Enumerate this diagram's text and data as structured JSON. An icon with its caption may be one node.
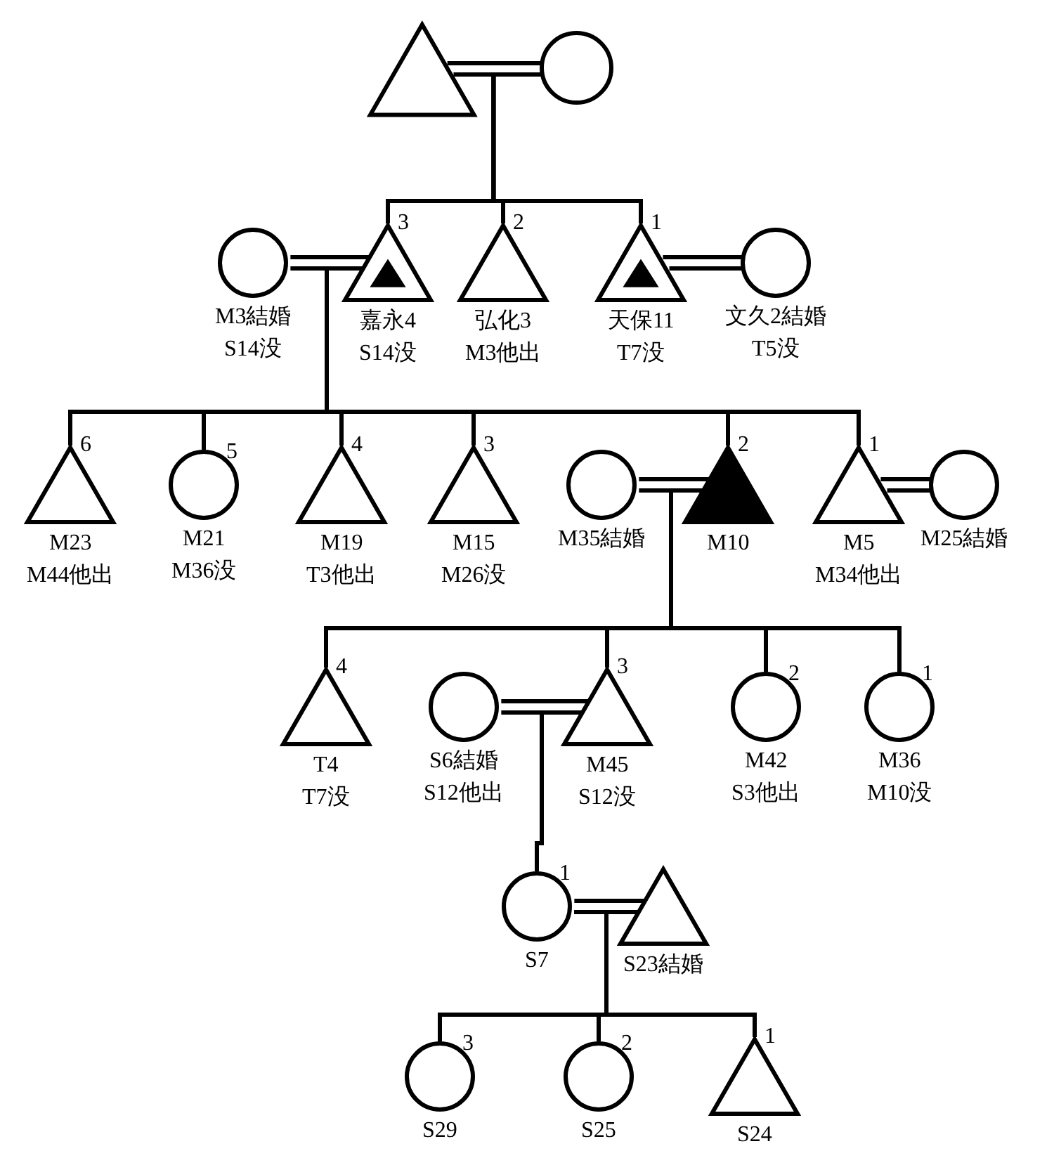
{
  "diagram": {
    "nodes": [
      {
        "text": [],
        "shape": "triangle"
      },
      {
        "text": [],
        "shape": "circle"
      },
      {
        "text": [],
        "shape": "circle",
        "beside": [
          "M3結婚",
          "S14没"
        ]
      },
      {
        "text": [],
        "shape": "marked-triangle",
        "beside": [
          "3",
          "嘉永4",
          "S14没"
        ]
      },
      {
        "text": [],
        "shape": "triangle",
        "beside": [
          "2",
          "弘化3",
          "M3他出"
        ]
      },
      {
        "text": [],
        "shape": "marked-triangle",
        "beside": [
          "1",
          "天保11",
          "T7没"
        ]
      },
      {
        "text": [],
        "shape": "circle",
        "beside": [
          "文久2結婚",
          "T5没"
        ]
      },
      {
        "text": [],
        "shape": "triangle",
        "beside": [
          "6",
          "M23",
          "M44他出"
        ]
      },
      {
        "text": [],
        "shape": "circle",
        "beside": [
          "5",
          "M21",
          "M36没"
        ]
      },
      {
        "text": [],
        "shape": "triangle",
        "beside": [
          "4",
          "M19",
          "T3他出"
        ]
      },
      {
        "text": [],
        "shape": "triangle",
        "beside": [
          "3",
          "M15",
          "M26没"
        ]
      },
      {
        "text": [],
        "shape": "circle",
        "beside": [
          "M35結婚"
        ]
      },
      {
        "text": [],
        "shape": "filled-triangle",
        "beside": [
          "2",
          "M10"
        ]
      },
      {
        "text": [],
        "shape": "triangle",
        "beside": [
          "1",
          "M5",
          "M34他出"
        ]
      },
      {
        "text": [],
        "shape": "circle",
        "beside": [
          "M25結婚"
        ]
      },
      {
        "text": [],
        "shape": "triangle",
        "beside": [
          "4",
          "T4",
          "T7没"
        ]
      },
      {
        "text": [],
        "shape": "circle",
        "beside": [
          "S6結婚",
          "S12他出"
        ]
      },
      {
        "text": [],
        "shape": "triangle",
        "beside": [
          "3",
          "M45",
          "S12没"
        ]
      },
      {
        "text": [],
        "shape": "circle",
        "beside": [
          "2",
          "M42",
          "S3他出"
        ]
      },
      {
        "text": [],
        "shape": "circle",
        "beside": [
          "1",
          "M36",
          "M10没"
        ]
      },
      {
        "text": [],
        "shape": "circle",
        "beside": [
          "1",
          "S7"
        ]
      },
      {
        "text": [],
        "shape": "triangle",
        "beside": [
          "S23結婚"
        ]
      },
      {
        "text": [],
        "shape": "circle",
        "beside": [
          "3",
          "S29"
        ]
      },
      {
        "text": [],
        "shape": "circle",
        "beside": [
          "2",
          "S25"
        ]
      },
      {
        "text": [],
        "shape": "triangle",
        "beside": [
          "1",
          "S24"
        ]
      }
    ],
    "edges": [
      {
        "from": 0,
        "to": 1,
        "arrow": "none"
      },
      {
        "from": 0,
        "to": 3,
        "arrow": "none"
      },
      {
        "from": 0,
        "to": 4,
        "arrow": "none"
      },
      {
        "from": 0,
        "to": 5,
        "arrow": "none"
      },
      {
        "from": 2,
        "to": 3,
        "arrow": "none"
      },
      {
        "from": 5,
        "to": 6,
        "arrow": "none"
      },
      {
        "from": 3,
        "to": 7,
        "arrow": "none"
      },
      {
        "from": 3,
        "to": 8,
        "arrow": "none"
      },
      {
        "from": 3,
        "to": 9,
        "arrow": "none"
      },
      {
        "from": 3,
        "to": 10,
        "arrow": "none"
      },
      {
        "from": 3,
        "to": 12,
        "arrow": "none"
      },
      {
        "from": 3,
        "to": 13,
        "arrow": "none"
      },
      {
        "from": 11,
        "to": 12,
        "arrow": "none"
      },
      {
        "from": 13,
        "to": 14,
        "arrow": "none"
      },
      {
        "from": 12,
        "to": 15,
        "arrow": "none"
      },
      {
        "from": 12,
        "to": 17,
        "arrow": "none"
      },
      {
        "from": 12,
        "to": 18,
        "arrow": "none"
      },
      {
        "from": 12,
        "to": 19,
        "arrow": "none"
      },
      {
        "from": 16,
        "to": 17,
        "arrow": "none"
      },
      {
        "from": 17,
        "to": 20,
        "arrow": "none"
      },
      {
        "from": 20,
        "to": 21,
        "arrow": "none"
      },
      {
        "from": 20,
        "to": 22,
        "arrow": "none"
      },
      {
        "from": 20,
        "to": 23,
        "arrow": "none"
      },
      {
        "from": 20,
        "to": 24,
        "arrow": "none"
      }
    ]
  }
}
